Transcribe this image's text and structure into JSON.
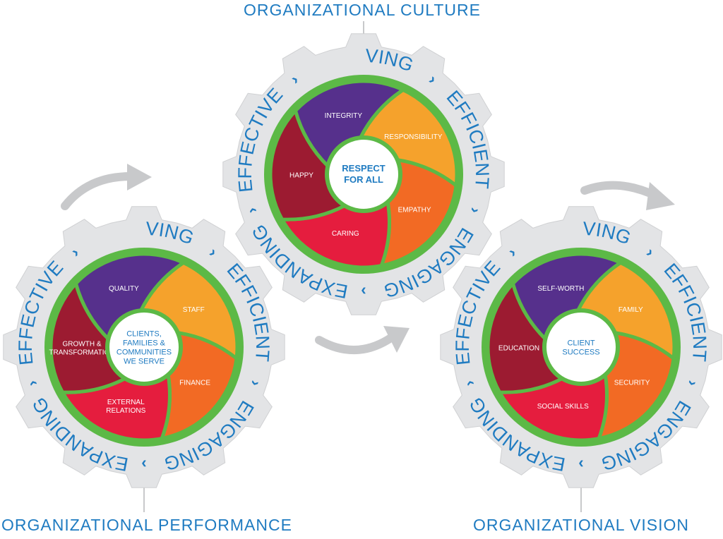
{
  "titles": {
    "culture": "ORGANIZATIONAL CULTURE",
    "performance": "ORGANIZATIONAL PERFORMANCE",
    "vision": "ORGANIZATIONAL VISION"
  },
  "colors": {
    "title_blue": "#1f7bc1",
    "gear_gray": "#e3e4e6",
    "ring_green": "#5cb946",
    "purple": "#56308c",
    "orange_light": "#f5a22c",
    "orange": "#f26a24",
    "red": "#e51d3e",
    "maroon": "#9c1b31",
    "arrow_gray": "#c8c9cb"
  },
  "ring_words": [
    "EVOLVING",
    "EFFICIENT",
    "ENGAGING",
    "EXPANDING",
    "EFFECTIVE"
  ],
  "gears": [
    {
      "id": "culture",
      "center_lines": [
        "RESPECT",
        "FOR ALL"
      ],
      "center_bold": true,
      "segments": [
        {
          "label": "RESPONSIBILITY",
          "color": "orange_light"
        },
        {
          "label": "EMPATHY",
          "color": "orange"
        },
        {
          "label": "CARING",
          "color": "red"
        },
        {
          "label": "HAPPY",
          "color": "maroon"
        },
        {
          "label": "INTEGRITY",
          "color": "purple"
        }
      ]
    },
    {
      "id": "performance",
      "center_lines": [
        "CLIENTS,",
        "FAMILIES &",
        "COMMUNITIES",
        "WE SERVE"
      ],
      "center_bold": false,
      "segments": [
        {
          "label": "STAFF",
          "color": "orange_light"
        },
        {
          "label": "FINANCE",
          "color": "orange"
        },
        {
          "label": "EXTERNAL RELATIONS",
          "color": "red"
        },
        {
          "label": "GROWTH & TRANSFORMATION",
          "color": "maroon"
        },
        {
          "label": "QUALITY",
          "color": "purple"
        }
      ]
    },
    {
      "id": "vision",
      "center_lines": [
        "CLIENT",
        "SUCCESS"
      ],
      "center_bold": false,
      "segments": [
        {
          "label": "FAMILY",
          "color": "orange_light"
        },
        {
          "label": "SECURITY",
          "color": "orange"
        },
        {
          "label": "SOCIAL SKILLS",
          "color": "red"
        },
        {
          "label": "EDUCATION",
          "color": "maroon"
        },
        {
          "label": "SELF-WORTH",
          "color": "purple"
        }
      ]
    }
  ]
}
